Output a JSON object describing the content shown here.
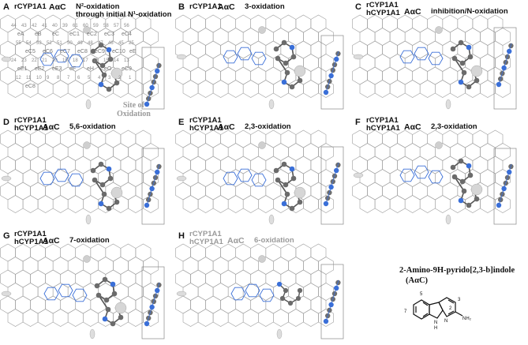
{
  "panels": [
    {
      "letter": "A",
      "enzyme_lines": [
        "rCYP1A1"
      ],
      "compound": "AαC",
      "reaction_lines": [
        "N²-oxidation",
        "through initial N¹-oxidation"
      ]
    },
    {
      "letter": "B",
      "enzyme_lines": [
        "rCYP1A1"
      ],
      "compound": "AαC",
      "reaction_lines": [
        "3-oxidation"
      ]
    },
    {
      "letter": "C",
      "enzyme_lines": [
        "rCYP1A1",
        "hCYP1A1"
      ],
      "compound": "AαC",
      "reaction_lines": [
        "inhibition/N-oxidation"
      ]
    },
    {
      "letter": "D",
      "enzyme_lines": [
        "rCYP1A1",
        "hCYP1A1"
      ],
      "compound": "AαC",
      "reaction_lines": [
        "5,6-oxidation"
      ]
    },
    {
      "letter": "E",
      "enzyme_lines": [
        "rCYP1A1",
        "hCYP1A1"
      ],
      "compound": "AαC",
      "reaction_lines": [
        "2,3-oxidation"
      ]
    },
    {
      "letter": "F",
      "enzyme_lines": [
        "rCYP1A1",
        "hCYP1A1"
      ],
      "compound": "AαC",
      "reaction_lines": [
        "2,3-oxidation"
      ]
    },
    {
      "letter": "G",
      "enzyme_lines": [
        "rCYP1A1",
        "hCYP1A1"
      ],
      "compound": "AαC",
      "reaction_lines": [
        "7-oxidation"
      ]
    },
    {
      "letter": "H",
      "enzyme_lines": [
        "rCYP1A1",
        "hCYP1A1"
      ],
      "compound": "AαC",
      "reaction_lines": [
        "6-oxidation"
      ]
    }
  ],
  "panel_a_overlay": {
    "site_label_lines": [
      "Site of",
      "Oxidation"
    ],
    "region_labels": [
      "eA",
      "eB",
      "eC",
      "eC1",
      "eC2",
      "eC3",
      "eC4",
      "eC5",
      "eC6",
      "eC7",
      "eC8",
      "eC9",
      "eC10",
      "eE",
      "eE1",
      "eE2",
      "eE3",
      "eF",
      "eH",
      "eO",
      "eC9",
      "eC8"
    ],
    "grid_numbers": [
      "44",
      "43",
      "42",
      "41",
      "40",
      "39",
      "61",
      "60",
      "59",
      "58",
      "57",
      "56",
      "55",
      "54",
      "53",
      "52",
      "51",
      "50",
      "49",
      "48",
      "47",
      "46",
      "45",
      "25",
      "24",
      "23",
      "22",
      "21",
      "20",
      "19",
      "18",
      "17",
      "16",
      "15",
      "14",
      "13",
      "12",
      "11",
      "10",
      "9",
      "8",
      "7",
      "6",
      "5",
      "4",
      "3",
      "2",
      "1"
    ]
  },
  "structure": {
    "name_line1": "2-Amino-9H-pyrido[2,3-b]indole",
    "name_line2": "(AαC)",
    "atom_labels": [
      "5",
      "7",
      "3",
      "2",
      "NH₂",
      "N",
      "N",
      "H"
    ]
  }
}
